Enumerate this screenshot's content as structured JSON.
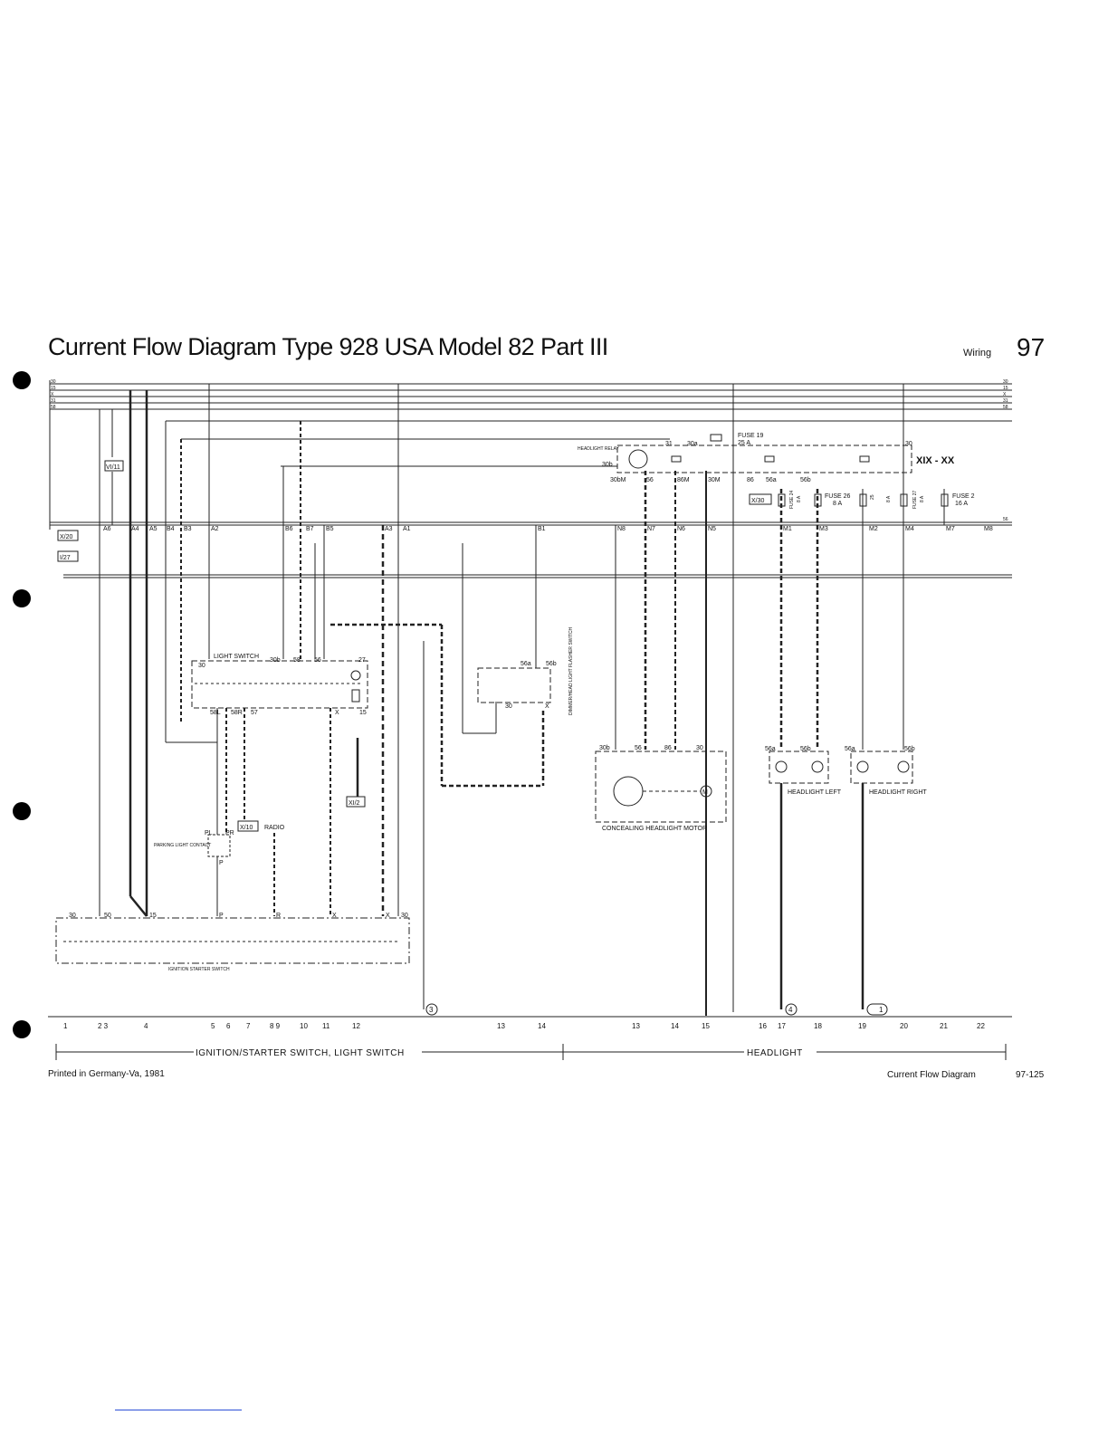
{
  "header": {
    "title": "Current Flow Diagram Type 928  USA   Model  82 Part III",
    "section": "Wiring",
    "page": "97"
  },
  "footer": {
    "printed": "Printed in Germany-Va, 1981",
    "title": "Current Flow Diagram",
    "code": "97-125"
  },
  "diagram": {
    "bus_lines": [
      "30",
      "15",
      "X",
      "31",
      "58"
    ],
    "bus_right": [
      "30",
      "15",
      "X",
      "31",
      "58"
    ],
    "bus_56": "56",
    "refs": {
      "ref_vi_11": "VI/11",
      "ref_x_20": "X/20",
      "ref_i_27": "I/27",
      "ref_xi_2": "XI/2",
      "ref_x_10": "X/10",
      "ref_x_30": "X/30",
      "ref_xix_xx": "XIX - XX"
    },
    "terminals": [
      "A6",
      "A4",
      "A5",
      "B4",
      "B3",
      "A2",
      "B6",
      "B7",
      "B5",
      "A3",
      "A1",
      "B1",
      "N8",
      "N7",
      "N6",
      "N5",
      "M1",
      "M3",
      "M2",
      "M4",
      "M7",
      "M8"
    ],
    "components": {
      "light_switch": "LIGHT SWITCH",
      "ignition_switch": "IGNITION STARTER SWITCH",
      "parking_contact": "PARKING LIGHT CONTACT",
      "radio": "RADIO",
      "dimmer_switch": "DIMMER/HEAD LIGHT FLASHER SWITCH",
      "headlight_relay": "HEADLIGHT RELAY",
      "concealing_motor": "CONCEALING HEADLIGHT MOTOR",
      "headlight_left": "HEADLIGHT LEFT",
      "headlight_right": "HEADLIGHT RIGHT",
      "fuse_19": "FUSE 19",
      "fuse_19_amp": "25 A",
      "fuse_24": "FUSE 24",
      "fuse_24_amp": "8 A",
      "fuse_26": "FUSE 26",
      "fuse_26_amp": "8 A",
      "fuse_25": "25",
      "fuse_25_amp": "8 A",
      "fuse_27": "FUSE 27",
      "fuse_27_amp": "8 A",
      "fuse_2": "FUSE 2",
      "fuse_2_amp": "16 A"
    },
    "pin_labels": {
      "ls_30": "30",
      "ls_58L": "58L",
      "ls_58R": "58R",
      "ls_57": "57",
      "ls_30b": "30b",
      "ls_58": "58",
      "ls_56": "56",
      "ls_X": "X",
      "ls_27": "27",
      "ls_15": "15",
      "ig_30": "30",
      "ig_50": "50",
      "ig_15": "15",
      "ig_P": "P",
      "ig_R": "R",
      "ig_X": "X",
      "ig_X2": "X",
      "ig_30b": "30",
      "pk_PL": "PL",
      "pk_PR": "PR",
      "pk_P": "P",
      "dm_56a": "56a",
      "dm_56b": "56b",
      "dm_30": "30",
      "dm_X": "X",
      "rl_31": "31",
      "rl_30a": "30a",
      "rl_30b": "30b",
      "rl_30": "30",
      "rl_30bM": "30bM",
      "rl_56": "56",
      "rl_86M": "86M",
      "rl_30M": "30M",
      "rl_86": "86",
      "rl_56a": "56a",
      "rl_56b": "56b",
      "mt_30b": "30b",
      "mt_56": "56",
      "mt_86": "86",
      "mt_30": "30",
      "mt_M": "M",
      "hl_56a": "56a",
      "hl_56b": "56b",
      "hr_56a": "56a",
      "hr_56b": "56b"
    },
    "circle_refs": [
      "3",
      "4",
      "1"
    ],
    "column_numbers": [
      "1",
      "2 3",
      "4",
      "5",
      "6",
      "7",
      "8 9",
      "10",
      "11",
      "12",
      "13",
      "14",
      "13",
      "14",
      "15",
      "16",
      "17",
      "18",
      "19",
      "20",
      "21",
      "22"
    ],
    "sections": [
      {
        "label": "IGNITION/STARTER SWITCH, LIGHT SWITCH"
      },
      {
        "label": "HEADLIGHT"
      }
    ]
  }
}
